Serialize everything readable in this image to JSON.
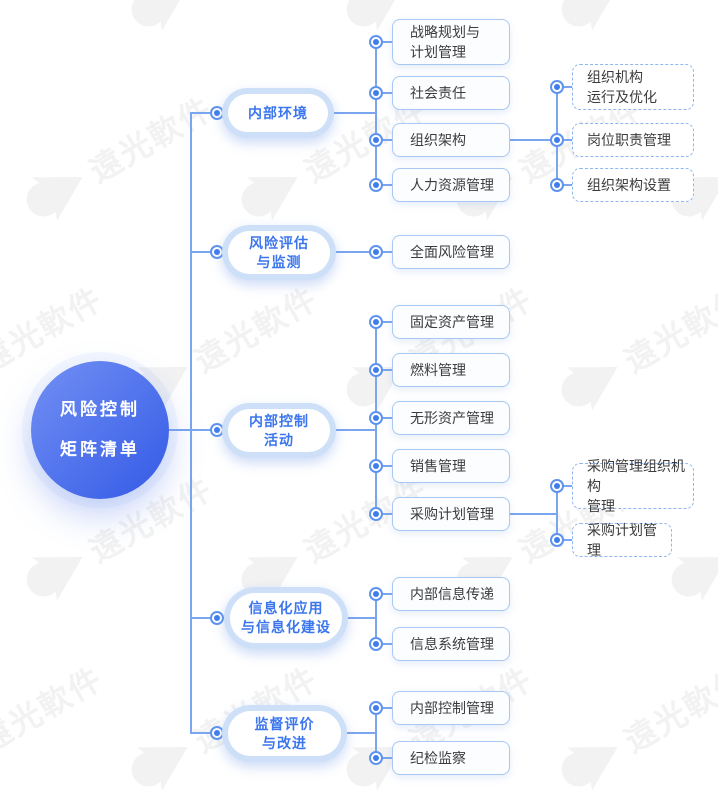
{
  "watermark": {
    "brand": "遠光軟件"
  },
  "colors": {
    "accent_text": "#3B76EE",
    "line": "#7AA5EF",
    "node_border": "#A8C8F3",
    "dashed_border": "#8FB6F0",
    "root_grad_start": "#7290F4",
    "root_grad_end": "#3D62E8",
    "pill_halo": "#CEE0F8",
    "watermark_gray": "#F2F2F2",
    "node_text": "#3C3C3C"
  },
  "mindmap": {
    "root": {
      "label": "风险控制\n矩阵清单"
    },
    "branches": [
      {
        "label": "内部环境",
        "children": [
          {
            "label": "战略规划与\n计划管理"
          },
          {
            "label": "社会责任"
          },
          {
            "label": "组织架构",
            "children": [
              {
                "label": "组织机构\n运行及优化"
              },
              {
                "label": "岗位职责管理"
              },
              {
                "label": "组织架构设置"
              }
            ]
          },
          {
            "label": "人力资源管理"
          }
        ]
      },
      {
        "label": "风险评估\n与监测",
        "children": [
          {
            "label": "全面风险管理"
          }
        ]
      },
      {
        "label": "内部控制\n活动",
        "children": [
          {
            "label": "固定资产管理"
          },
          {
            "label": "燃料管理"
          },
          {
            "label": "无形资产管理"
          },
          {
            "label": "销售管理"
          },
          {
            "label": "采购计划管理",
            "children": [
              {
                "label": "采购管理组织机构\n管理"
              },
              {
                "label": "采购计划管理"
              }
            ]
          }
        ]
      },
      {
        "label": "信息化应用\n与信息化建设",
        "children": [
          {
            "label": "内部信息传递"
          },
          {
            "label": "信息系统管理"
          }
        ]
      },
      {
        "label": "监督评价\n与改进",
        "children": [
          {
            "label": "内部控制管理"
          },
          {
            "label": "纪检监察"
          }
        ]
      }
    ]
  }
}
